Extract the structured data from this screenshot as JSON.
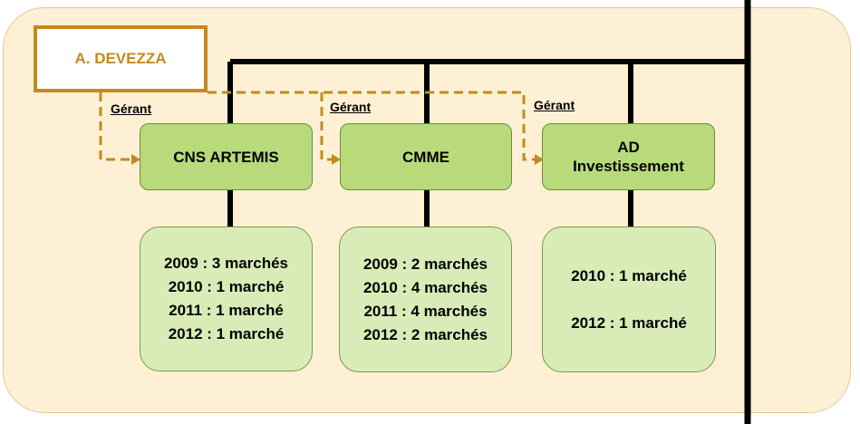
{
  "owner": {
    "name": "A. DEVEZZA"
  },
  "role_label": "Gérant",
  "companies": [
    {
      "name": "CNS ARTEMIS",
      "markets": [
        "2009 : 3 marchés",
        "2010 : 1 marché",
        "2011 : 1 marché",
        "2012 : 1 marché"
      ]
    },
    {
      "name": "CMME",
      "markets": [
        "2009 : 2 marchés",
        "2010 : 4 marchés",
        "2011 : 4 marchés",
        "2012 : 2 marchés"
      ]
    },
    {
      "name": "AD\nInvestissement",
      "markets": [
        "2010 : 1 marché",
        "",
        "2012 : 1 marché"
      ]
    }
  ],
  "colors": {
    "gold": "#c48a1c",
    "green_dark": "#b9da7a",
    "green_light": "#d9ecb8",
    "background": "#fdf0d5"
  }
}
